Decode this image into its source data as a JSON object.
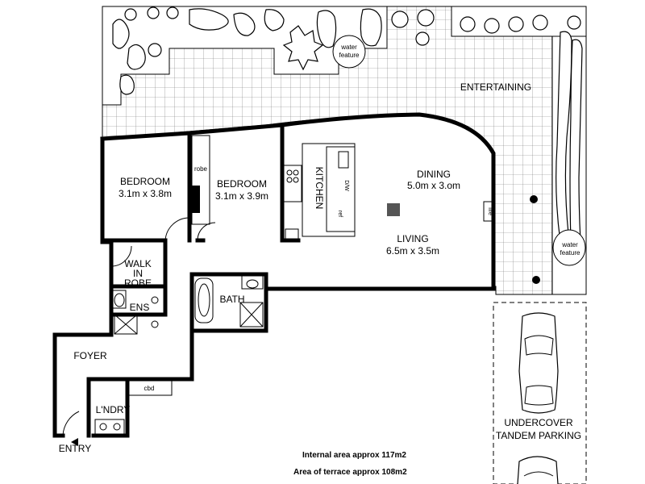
{
  "rooms": {
    "bedroom1": {
      "name": "BEDROOM",
      "size": "3.1m x 3.8m"
    },
    "bedroom2": {
      "name": "BEDROOM",
      "size": "3.1m x 3.9m"
    },
    "kitchen": {
      "name": "KITCHEN"
    },
    "dining": {
      "name": "DINING",
      "size": "5.0m x 3.om"
    },
    "living": {
      "name": "LIVING",
      "size": "6.5m x 3.5m"
    },
    "walk_in_robe": {
      "line1": "WALK",
      "line2": "IN",
      "line3": "ROBE"
    },
    "ens": {
      "name": "ENS"
    },
    "bath": {
      "name": "BATH"
    },
    "foyer": {
      "name": "FOYER"
    },
    "laundry": {
      "name": "L'NDRY"
    },
    "entertaining": {
      "name": "ENTERTAINING"
    },
    "entry": {
      "name": "ENTRY"
    },
    "parking": {
      "line1": "UNDERCOVER",
      "line2": "TANDEM PARKING"
    }
  },
  "fixtures": {
    "robe": "robe",
    "dw": "D/W",
    "ref": "ref",
    "fire": "fire",
    "cbd": "cbd",
    "water_feature_top": {
      "line1": "water",
      "line2": "feature"
    },
    "water_feature_right": {
      "line1": "water",
      "line2": "feature"
    }
  },
  "areas": {
    "internal": "Internal area approx 117m2",
    "terrace": "Area of terrace approx 108m2"
  }
}
